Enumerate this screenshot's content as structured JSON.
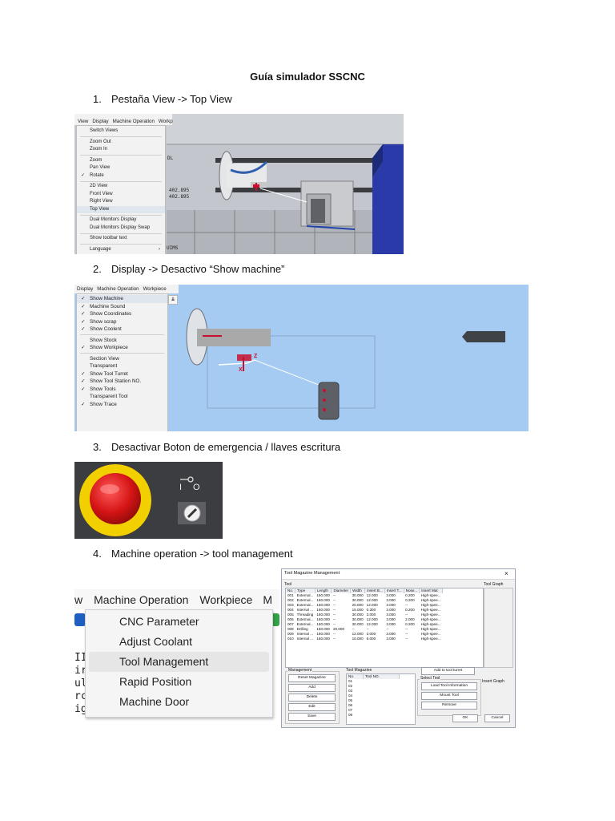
{
  "title": "Guía simulador SSCNC",
  "steps": [
    {
      "num": "1.",
      "text": "Pestaña View -> Top View"
    },
    {
      "num": "2.",
      "text": "Display -> Desactivo “Show machine”"
    },
    {
      "num": "3.",
      "text": "Desactivar Boton de emergencia / llaves escritura"
    },
    {
      "num": "4.",
      "text": "Machine operation -> tool management"
    }
  ],
  "shot1": {
    "menubar": [
      "View",
      "Display",
      "Machine Operation",
      "Workp"
    ],
    "items": [
      {
        "label": "Switch Views",
        "check": ""
      },
      {
        "sep": true
      },
      {
        "label": "Zoom Out",
        "check": ""
      },
      {
        "label": "Zoom In",
        "check": ""
      },
      {
        "sep": true
      },
      {
        "label": "Zoom",
        "check": ""
      },
      {
        "label": "Pan View",
        "check": ""
      },
      {
        "label": "Rotate",
        "check": "✓"
      },
      {
        "sep": true
      },
      {
        "label": "2D View",
        "check": ""
      },
      {
        "label": "Front View",
        "check": ""
      },
      {
        "label": "Right View",
        "check": ""
      },
      {
        "label": "Top View",
        "check": "",
        "hl": true
      },
      {
        "sep": true
      },
      {
        "label": "Dual Monitors Display",
        "check": ""
      },
      {
        "label": "Dual Monitors Display Swap",
        "check": ""
      },
      {
        "sep": true
      },
      {
        "label": "Show toolbar text",
        "check": ""
      },
      {
        "sep": true
      },
      {
        "label": "Language",
        "check": "",
        "arrow": "›"
      }
    ],
    "side_text": [
      "DL",
      "402.895",
      "402.895"
    ],
    "bottom_text": "UIMS"
  },
  "shot2": {
    "menubar": [
      "Display",
      "Machine Operation",
      "Workpiece"
    ],
    "items": [
      {
        "label": "Show Machine",
        "check": "✓",
        "hl": true
      },
      {
        "label": "Machine Sound",
        "check": "✓"
      },
      {
        "label": "Show Coordinates",
        "check": "✓"
      },
      {
        "label": "Show scrap",
        "check": "✓"
      },
      {
        "label": "Show Coolent",
        "check": "✓"
      },
      {
        "sep": true
      },
      {
        "label": "Show Stock",
        "check": ""
      },
      {
        "label": "Show Workpiece",
        "check": "✓"
      },
      {
        "sep": true
      },
      {
        "label": "Section View",
        "check": ""
      },
      {
        "label": "Transparent",
        "check": ""
      },
      {
        "label": "Show Tool Turret",
        "check": "✓"
      },
      {
        "label": "Show Tool Station NO.",
        "check": "✓"
      },
      {
        "label": "Show Tools",
        "check": "✓"
      },
      {
        "label": "Transparent Tool",
        "check": ""
      },
      {
        "label": "Show Trace",
        "check": "✓"
      }
    ],
    "axis_labels": [
      "Z",
      "X"
    ]
  },
  "shot3": {
    "switch_labels": [
      "I",
      "O"
    ]
  },
  "shot4": {
    "menubar": [
      "w",
      "Machine Operation",
      "Workpiece",
      "M"
    ],
    "items": [
      "CNC Parameter",
      "Adjust Coolant",
      "Tool Management",
      "Rapid Position",
      "Machine Door"
    ],
    "left_text": [
      "IIN",
      "ir",
      "ul",
      "rc",
      "ight View"
    ]
  },
  "shot5": {
    "title": "Tool Magazine Management",
    "close": "×",
    "tool_label": "Tool",
    "graph_label": "Tool Graph",
    "columns": [
      "No.",
      "Type",
      "Length",
      "Diameter",
      "Width",
      "Insert B...",
      "Insert T...",
      "Nose...",
      "Insert Mat"
    ],
    "rows": [
      [
        "001",
        "External...",
        "160.000",
        "--",
        "30.000",
        "12.000",
        "3.000",
        "0.200",
        "High-spee..."
      ],
      [
        "002",
        "External...",
        "160.000",
        "--",
        "30.000",
        "12.000",
        "3.000",
        "0.200",
        "High-spee..."
      ],
      [
        "003",
        "External...",
        "160.000",
        "--",
        "20.000",
        "12.000",
        "3.000",
        "--",
        "High-spee..."
      ],
      [
        "004",
        "Internal ...",
        "160.000",
        "--",
        "15.000",
        "0.300",
        "3.000",
        "0.200",
        "High-spee..."
      ],
      [
        "005",
        "Threading",
        "160.000",
        "--",
        "30.000",
        "3.000",
        "3.000",
        "--",
        "High-spee..."
      ],
      [
        "006",
        "External...",
        "160.000",
        "--",
        "30.000",
        "12.000",
        "3.000",
        "2.000",
        "High-spee..."
      ],
      [
        "007",
        "External...",
        "160.000",
        "--",
        "30.000",
        "12.000",
        "3.000",
        "0.200",
        "High-spee..."
      ],
      [
        "008",
        "Drilling",
        "160.000",
        "20.000",
        "--",
        "--",
        "--",
        "--",
        "High-spee..."
      ],
      [
        "009",
        "Internal ...",
        "160.000",
        "--",
        "12.000",
        "3.000",
        "3.000",
        "--",
        "High-spee..."
      ],
      [
        "010",
        "Internal ...",
        "160.000",
        "--",
        "10.000",
        "6.000",
        "3.000",
        "--",
        "High-spee..."
      ]
    ],
    "management_label": "Management",
    "mgmt_buttons": [
      "Reset Magazine",
      "Add",
      "Delete",
      "Edit",
      "Save"
    ],
    "magazine_label": "Tool Magazine",
    "magazine_columns": [
      "No.",
      "Tool NO."
    ],
    "magazine_rows": [
      "01",
      "02",
      "03",
      "04",
      "05",
      "06",
      "07",
      "08"
    ],
    "add_turret": "Add to tool turret",
    "select_tool_label": "Select Tool",
    "select_buttons": [
      "Load Tool Information",
      "Mount Tool",
      "Remove"
    ],
    "insert_graph": "Insert Graph",
    "ok": "OK",
    "cancel": "Cancel"
  }
}
